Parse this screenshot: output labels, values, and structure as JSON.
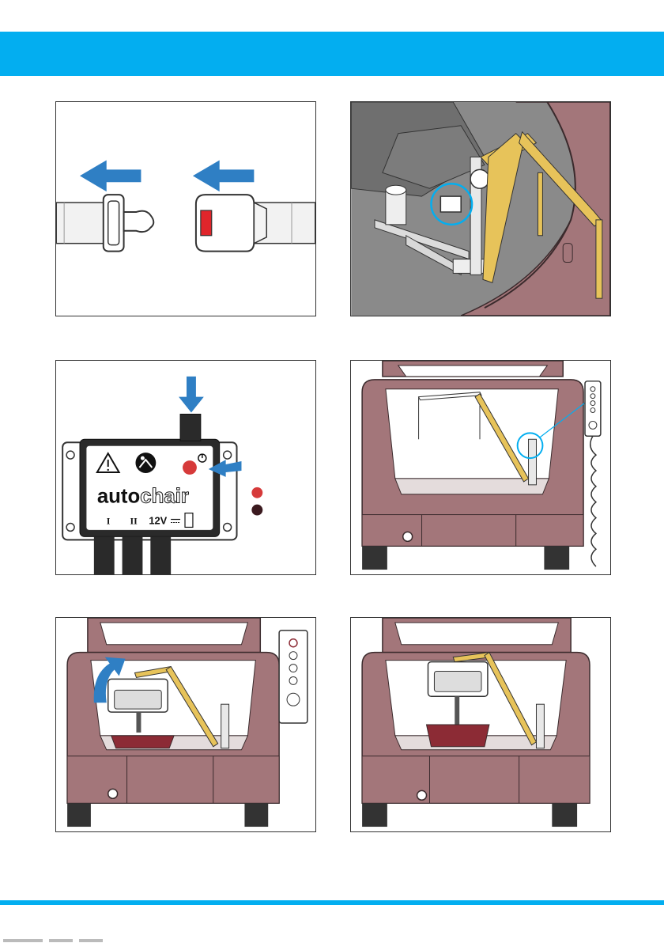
{
  "control_box": {
    "brand_auto": "auto",
    "brand_chair": "chair",
    "port_1": "I",
    "port_2": "II",
    "voltage": "12V"
  },
  "colors": {
    "accent_blue": "#03aef0",
    "arrow_blue": "#2f7fc4",
    "car_body": "#a3767a",
    "car_outline": "#3a2a2c",
    "lift_arm": "#e7c35a",
    "buckle_red": "#e0252b",
    "led_red": "#d63a3a",
    "led_dark": "#3b1a1f"
  },
  "icons": [
    "arrow-left-icon",
    "arrow-right-icon",
    "arrow-down-icon",
    "warning-icon",
    "read-manual-icon",
    "power-icon",
    "curved-arrow-icon"
  ]
}
